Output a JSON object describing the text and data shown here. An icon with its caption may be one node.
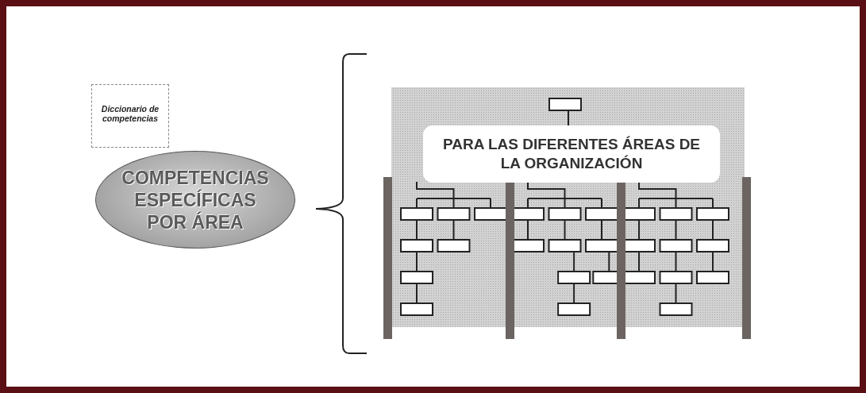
{
  "diagram": {
    "nodes": [
      {
        "text": [
          "Diccionario de competencias"
        ]
      },
      {
        "text": [
          "COMPETENCIAS ESPECÍFICAS POR ÁREA"
        ]
      },
      {
        "text": [
          "PARA LAS DIFERENTES ÁREAS DE LA ORGANIZACIÓN"
        ]
      }
    ]
  }
}
